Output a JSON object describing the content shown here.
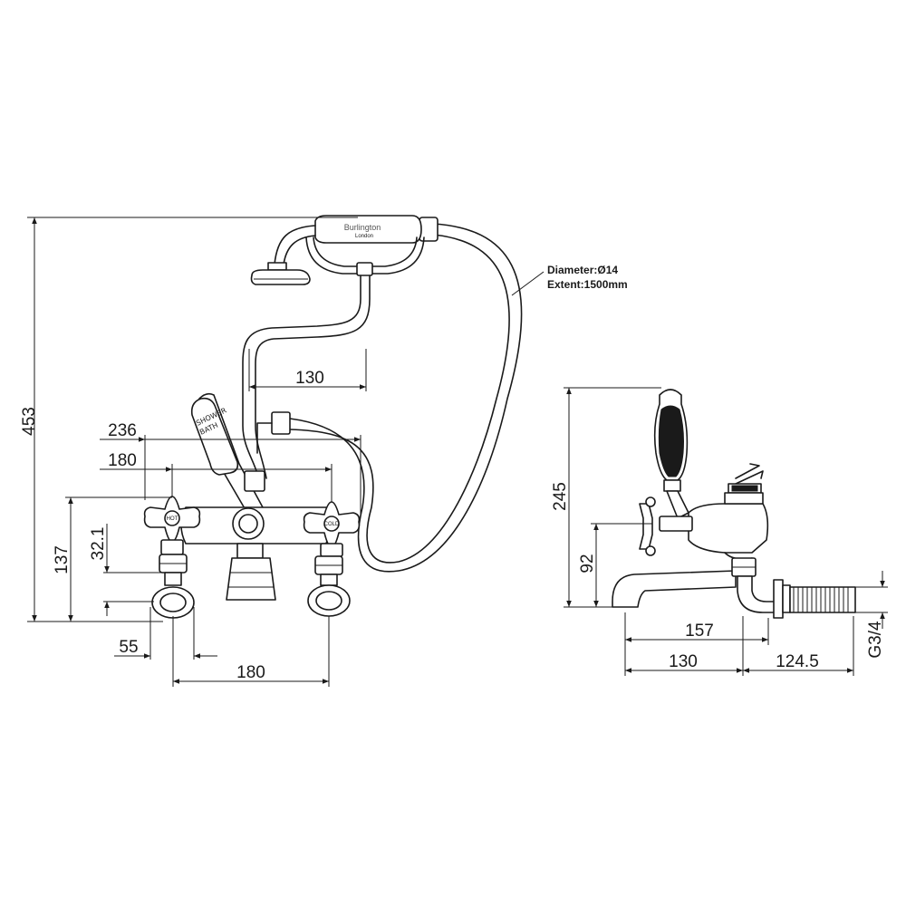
{
  "hose_note": {
    "diameter": "Diameter:Ø14",
    "extent": "Extent:1500mm"
  },
  "handset": {
    "brand": "Burlington",
    "city": "London"
  },
  "diverter": {
    "label_line1": "SHOWER",
    "label_line2": "BATH"
  },
  "taps": {
    "hot_label": "HOT",
    "cold_label": "COLD"
  },
  "front_view": {
    "overall_height": "453",
    "handset_offset": "130",
    "total_width": "236",
    "handle_centers": "180",
    "inlet_height": "137",
    "nut_height": "32.1",
    "nut_width": "55",
    "inlet_centers": "180"
  },
  "side_view": {
    "height": "245",
    "spout_height": "92",
    "spout_projection": "157",
    "body_to_spout": "130",
    "inlet_length": "124.5",
    "thread": "G3/4"
  }
}
